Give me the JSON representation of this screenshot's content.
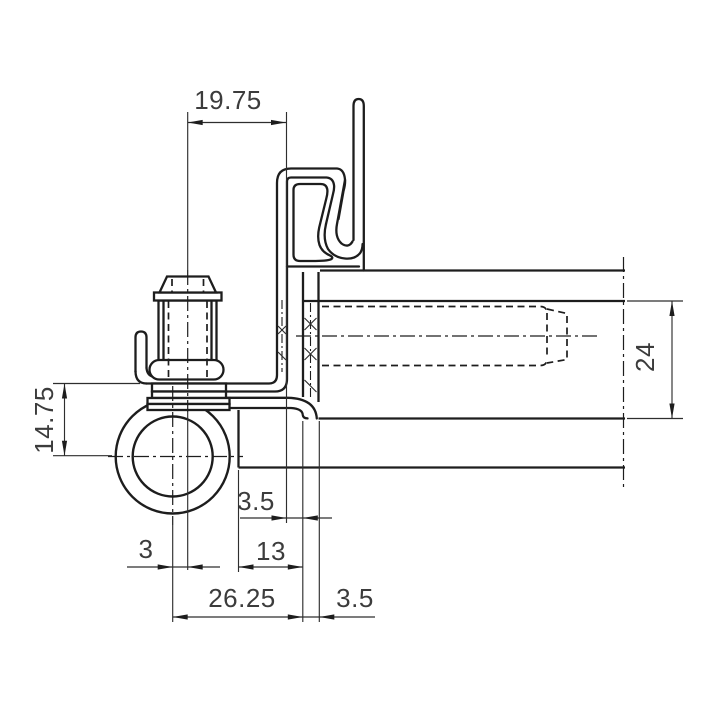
{
  "drawing": {
    "kind": "hinge-cross-section-technical-drawing",
    "colors": {
      "background": "#ffffff",
      "line": "#1d1d1d",
      "thin_line": "#2e2e2e",
      "text": "#3c3c3c"
    },
    "dimensions": {
      "screw_axis_to_clip_face": "19.75",
      "profile_gap_height": "24",
      "leaf_top_to_pin_center": "14.75",
      "clip_to_frame_wall": "3.5",
      "door_face_to_frame_face": "13",
      "pin_to_screw_axis_offset": "3",
      "pin_to_frame_face": "26.25",
      "leaf_end_thickness": "3.5"
    }
  }
}
